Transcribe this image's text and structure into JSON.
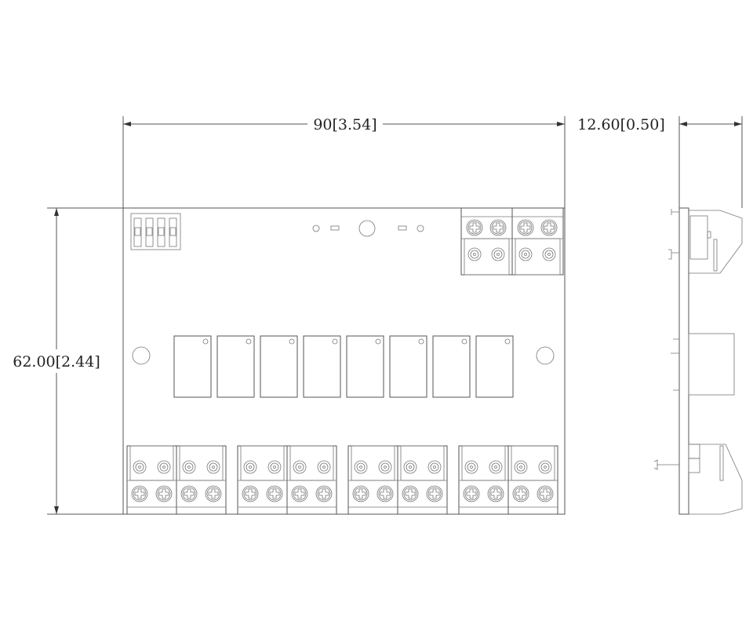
{
  "dimensions": {
    "width": "90[3.54]",
    "height": "62.00[2.44]",
    "thickness": "12.60[0.50]"
  },
  "board": {
    "dip_switch_positions": 4,
    "relay_count": 8,
    "top_terminal_blocks": 2,
    "bottom_terminal_groups": 4,
    "blocks_per_bottom_group": 2,
    "screws_per_block": 2
  },
  "colors": {
    "line": "#555555",
    "background": "#ffffff"
  }
}
